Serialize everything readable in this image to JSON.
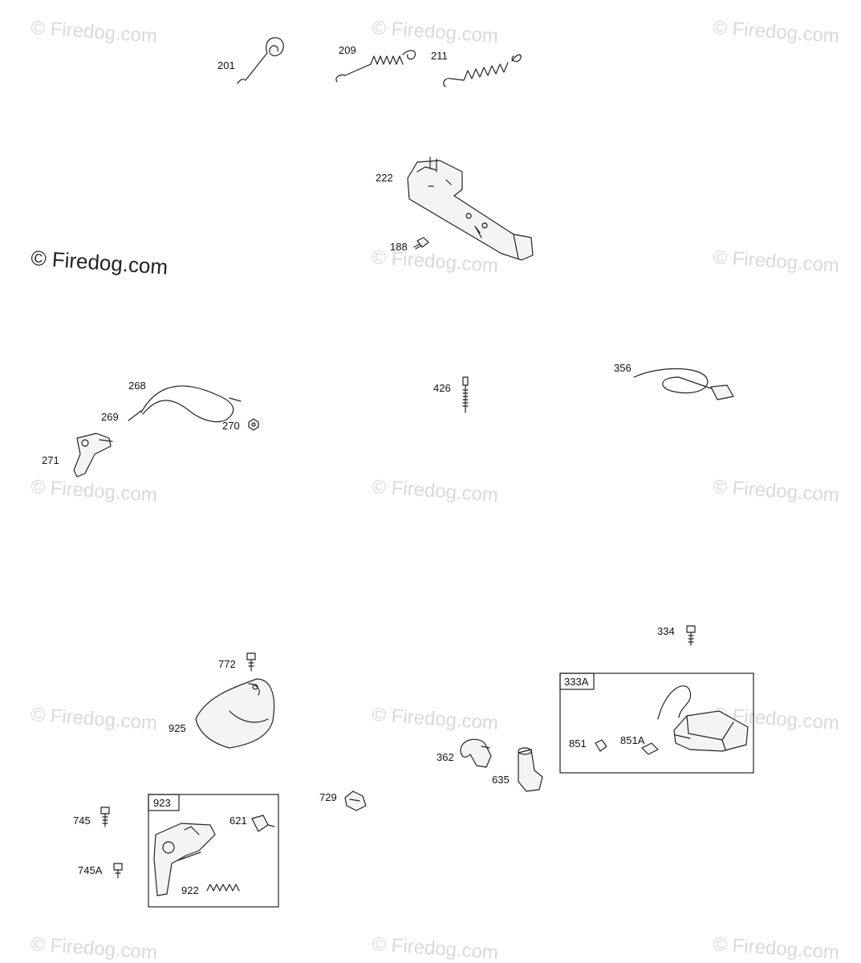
{
  "watermark": {
    "text": "© Firedog.com",
    "main_text": "© Firedog.com"
  },
  "parts": {
    "p201": "201",
    "p209": "209",
    "p211": "211",
    "p222": "222",
    "p188": "188",
    "p268": "268",
    "p269": "269",
    "p270": "270",
    "p271": "271",
    "p426": "426",
    "p356": "356",
    "p334": "334",
    "p333A": "333A",
    "p851": "851",
    "p851A": "851A",
    "p772": "772",
    "p925": "925",
    "p362": "362",
    "p635": "635",
    "p729": "729",
    "p745": "745",
    "p745A": "745A",
    "p923": "923",
    "p621": "621",
    "p922": "922"
  }
}
